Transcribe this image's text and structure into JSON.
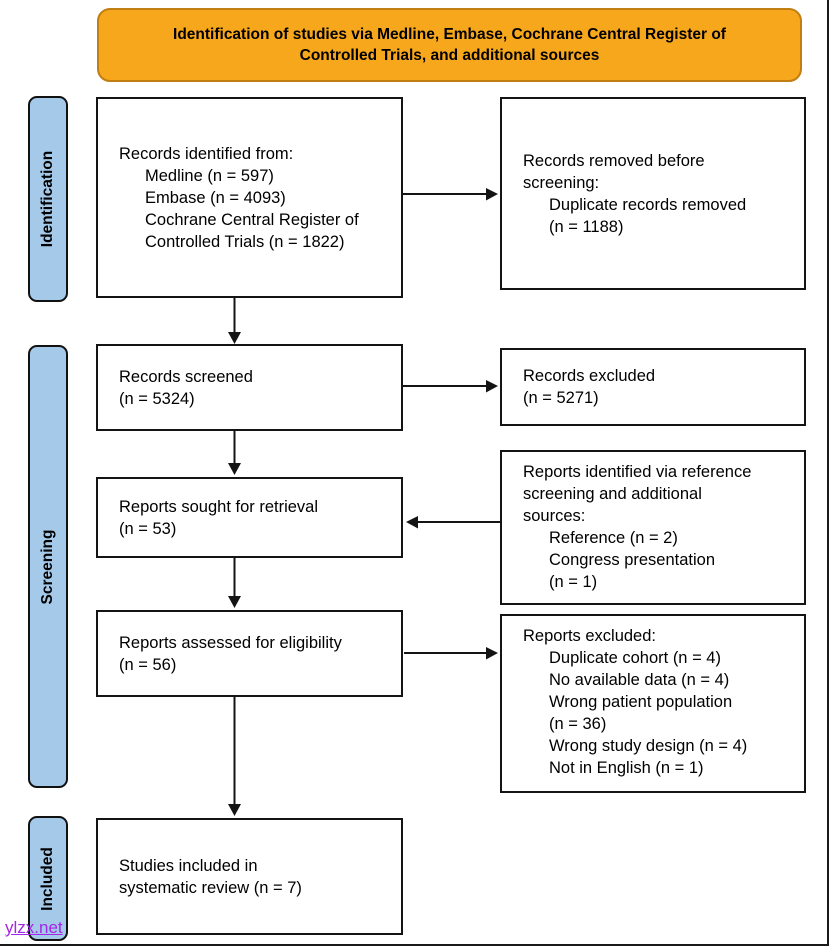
{
  "header": {
    "lines": [
      "Identification of studies via Medline, Embase, Cochrane Central Register of",
      "Controlled Trials, and additional sources"
    ]
  },
  "stages": {
    "identification": "Identification",
    "screening": "Screening",
    "included": "Included"
  },
  "boxes": {
    "records_identified": {
      "lines": [
        "Records identified from:",
        "Medline (n = 597)",
        "Embase (n = 4093)",
        "Cochrane Central Register of",
        "Controlled Trials (n = 1822)"
      ]
    },
    "records_removed": {
      "lines": [
        "Records removed before",
        "screening:",
        "Duplicate records removed",
        "(n = 1188)"
      ]
    },
    "records_screened": {
      "lines": [
        "Records screened",
        "(n = 5324)"
      ]
    },
    "records_excluded": {
      "lines": [
        "Records excluded",
        "(n = 5271)"
      ]
    },
    "reports_sought": {
      "lines": [
        "Reports sought for retrieval",
        "(n = 53)"
      ]
    },
    "reports_reference": {
      "lines": [
        "Reports identified via reference",
        "screening and additional",
        "sources:",
        "Reference (n = 2)",
        "Congress presentation",
        "(n = 1)"
      ]
    },
    "reports_assessed": {
      "lines": [
        "Reports assessed for eligibility",
        "(n = 56)"
      ]
    },
    "reports_excluded": {
      "lines": [
        "Reports excluded:",
        "Duplicate cohort (n = 4)",
        "No available data (n = 4)",
        "Wrong patient population",
        "(n = 36)",
        "Wrong study design (n = 4)",
        "Not in English (n = 1)"
      ]
    },
    "studies_included": {
      "lines": [
        "Studies included in",
        "systematic review (n = 7)"
      ]
    }
  },
  "watermark": "ylzx.net",
  "colors": {
    "banner-fill": "#F7A71B",
    "banner-border": "#C17E12",
    "stage-fill": "#A5C9E9",
    "border": "#141414",
    "arrow": "#141414",
    "watermark": "#A426E8"
  }
}
